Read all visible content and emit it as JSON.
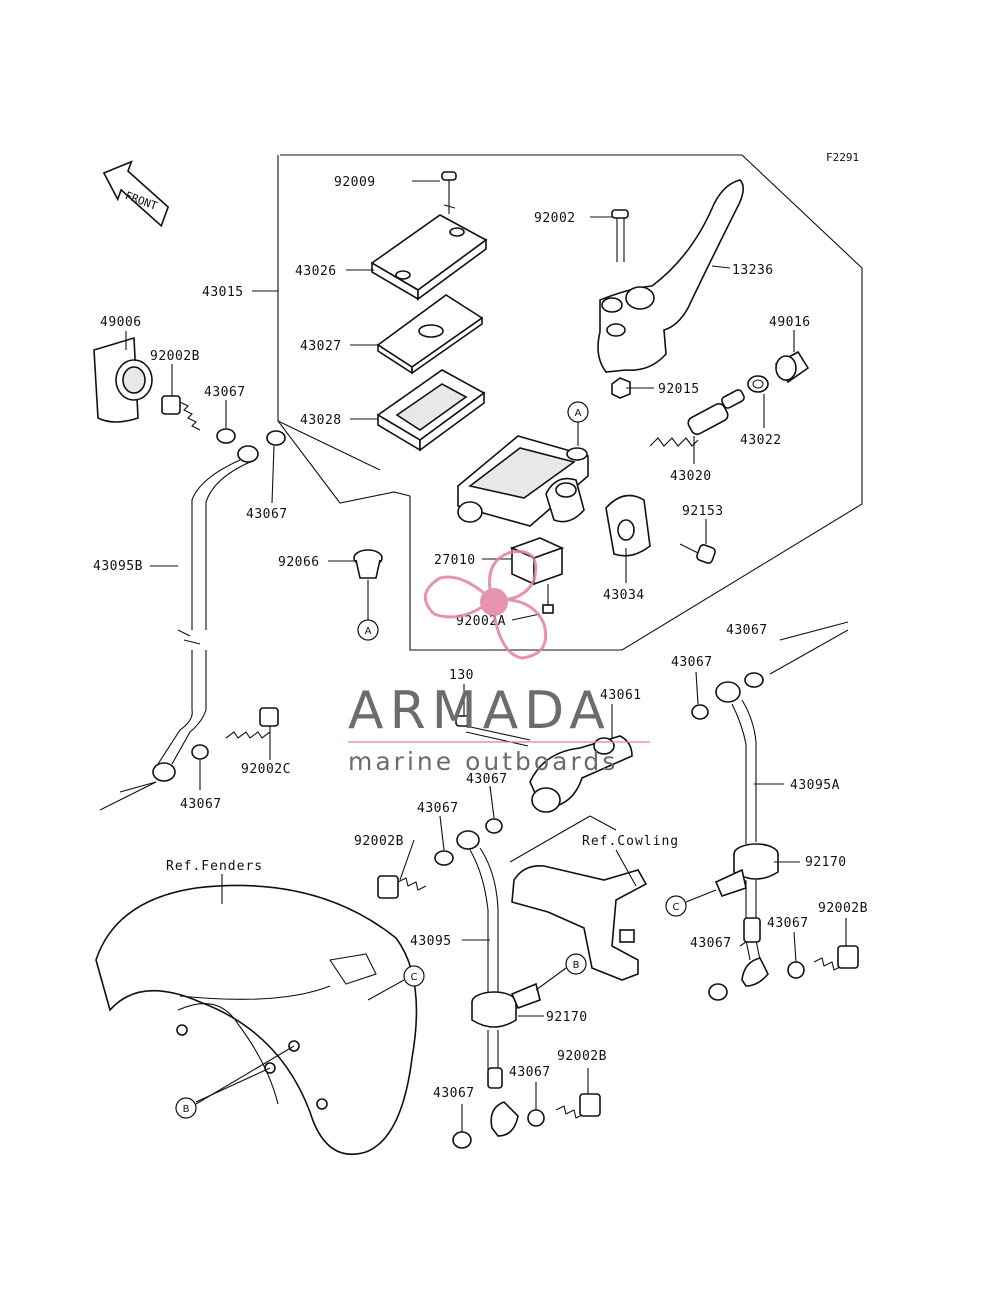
{
  "figure_code": "F2291",
  "front_label": "FRONT",
  "watermark": {
    "brand": "ARMADA",
    "tagline": "marine outboards",
    "accent_color": "#e27fa3",
    "text_color": "#6c6c6c"
  },
  "labels": {
    "p92009": "92009",
    "p92002": "92002",
    "p13236": "13236",
    "p43026": "43026",
    "p43015": "43015",
    "p49006": "49006",
    "p92002B_a": "92002B",
    "p43027": "43027",
    "p49016": "49016",
    "p43067_a": "43067",
    "p92015": "92015",
    "p43028": "43028",
    "p43022": "43022",
    "p43020": "43020",
    "p43067_b": "43067",
    "p92153": "92153",
    "p43095B": "43095B",
    "p27010": "27010",
    "p92066": "92066",
    "p43034": "43034",
    "p92002A": "92002A",
    "p43067_c": "43067",
    "p130": "130",
    "p43061": "43061",
    "p43067_d": "43067",
    "p92002C": "92002C",
    "p43095A": "43095A",
    "p43067_e": "43067",
    "p43067_f": "43067",
    "p43067_g": "43067",
    "p92002B_b": "92002B",
    "p92170_a": "92170",
    "p92002B_c": "92002B",
    "p43067_h": "43067",
    "p43067_i": "43067",
    "p43095": "43095",
    "p92170_b": "92170",
    "p43067_j": "43067",
    "p92002B_d": "92002B",
    "p43067_k": "43067"
  },
  "refs": {
    "fenders": "Ref.Fenders",
    "cowling": "Ref.Cowling"
  },
  "callouts": {
    "A": "A",
    "B": "B",
    "C": "C"
  }
}
